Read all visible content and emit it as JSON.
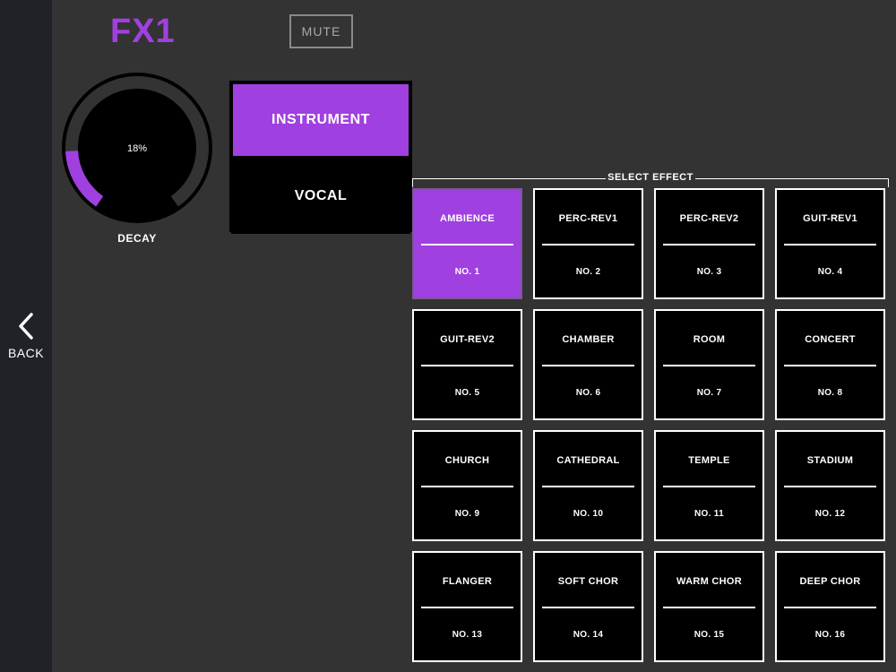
{
  "header": {
    "title": "FX1",
    "mute_label": "MUTE"
  },
  "sidebar": {
    "back_label": "BACK",
    "back_icon": "chevron-left-icon"
  },
  "knob": {
    "value_text": "18%",
    "value": 0.18,
    "label": "DECAY",
    "accent_color": "#a040e0"
  },
  "modes": {
    "items": [
      {
        "label": "INSTRUMENT",
        "active": true
      },
      {
        "label": "VOCAL",
        "active": false
      }
    ]
  },
  "effects": {
    "header": "SELECT EFFECT",
    "items": [
      {
        "name": "AMBIENCE",
        "number": "NO. 1",
        "selected": true
      },
      {
        "name": "PERC-REV1",
        "number": "NO. 2",
        "selected": false
      },
      {
        "name": "PERC-REV2",
        "number": "NO. 3",
        "selected": false
      },
      {
        "name": "GUIT-REV1",
        "number": "NO. 4",
        "selected": false
      },
      {
        "name": "GUIT-REV2",
        "number": "NO. 5",
        "selected": false
      },
      {
        "name": "CHAMBER",
        "number": "NO. 6",
        "selected": false
      },
      {
        "name": "ROOM",
        "number": "NO. 7",
        "selected": false
      },
      {
        "name": "CONCERT",
        "number": "NO. 8",
        "selected": false
      },
      {
        "name": "CHURCH",
        "number": "NO. 9",
        "selected": false
      },
      {
        "name": "CATHEDRAL",
        "number": "NO. 10",
        "selected": false
      },
      {
        "name": "TEMPLE",
        "number": "NO. 11",
        "selected": false
      },
      {
        "name": "STADIUM",
        "number": "NO. 12",
        "selected": false
      },
      {
        "name": "FLANGER",
        "number": "NO. 13",
        "selected": false
      },
      {
        "name": "SOFT CHOR",
        "number": "NO. 14",
        "selected": false
      },
      {
        "name": "WARM CHOR",
        "number": "NO. 15",
        "selected": false
      },
      {
        "name": "DEEP CHOR",
        "number": "NO. 16",
        "selected": false
      }
    ]
  },
  "colors": {
    "accent": "#a040e0",
    "background": "#333333",
    "sidebar": "#202228"
  }
}
